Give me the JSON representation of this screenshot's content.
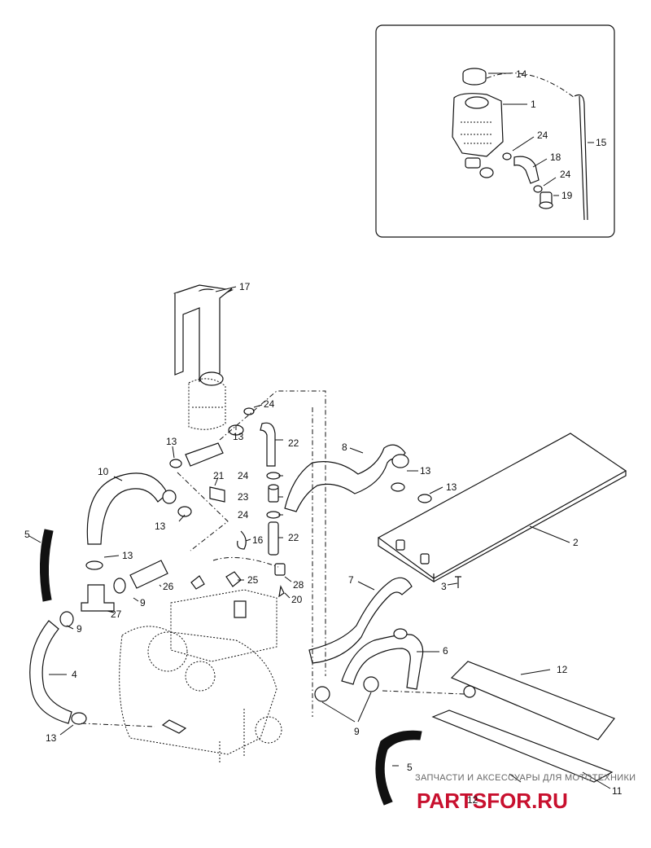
{
  "labels": {
    "l1": "1",
    "l2": "2",
    "l3": "3",
    "l4": "4",
    "l5a": "5",
    "l5b": "5",
    "l6": "6",
    "l7": "7",
    "l8": "8",
    "l9a": "9",
    "l9b": "9",
    "l9c": "9",
    "l10": "10",
    "l11": "11",
    "l12a": "12",
    "l12b": "12",
    "l13a": "13",
    "l13b": "13",
    "l13c": "13",
    "l13d": "13",
    "l13e": "13",
    "l13f": "13",
    "l13g": "13",
    "l14": "14",
    "l15": "15",
    "l16": "16",
    "l17": "17",
    "l18": "18",
    "l19": "19",
    "l20": "20",
    "l21": "21",
    "l22a": "22",
    "l22b": "22",
    "l23": "23",
    "l24a": "24",
    "l24b": "24",
    "l24c": "24",
    "l24d": "24",
    "l24e": "24",
    "l25": "25",
    "l26": "26",
    "l27": "27",
    "l28": "28"
  },
  "watermark": {
    "line1": "ЗАПЧАСТИ И АКСЕССУАРЫ ДЛЯ МОТОТЕХНИКИ",
    "line2": "PARTSFOR.RU"
  }
}
